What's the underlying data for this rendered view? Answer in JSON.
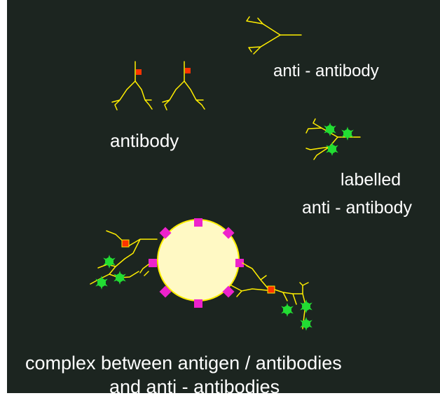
{
  "labels": {
    "anti_antibody": "anti - antibody",
    "antibody": "antibody",
    "labelled_line1": "labelled",
    "labelled_line2": "anti - antibody",
    "complex_line1": "complex between antigen / antibodies",
    "complex_line2": "and anti - antibodies"
  },
  "colors": {
    "background": "#1c2520",
    "line": "#ffee00",
    "antigen_site": "#ff3300",
    "label_marker": "#22dd33",
    "antigen_fill": "#fff9c4",
    "antigen_outline": "#ffee00",
    "epitope": "#ee22cc",
    "text": "#ffffff"
  }
}
